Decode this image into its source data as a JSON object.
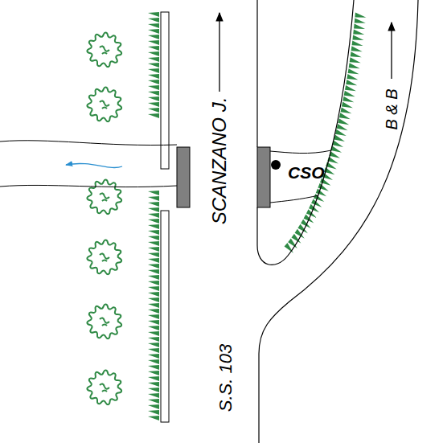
{
  "diagram": {
    "labels": [
      "SCANZANO J.",
      "S.S. 103",
      "B & B",
      "CSO"
    ]
  }
}
